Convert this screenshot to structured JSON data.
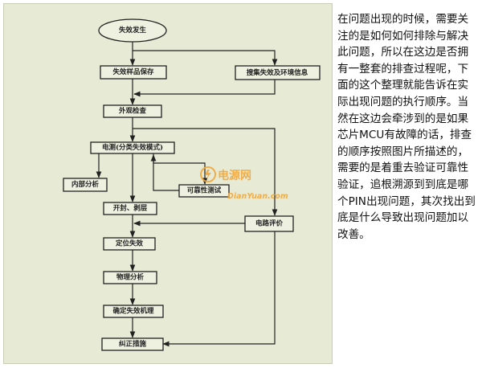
{
  "flowchart": {
    "nodes": {
      "start": "失效发生",
      "sample": "失效样品保存",
      "collect": "搜集失效及环境信息",
      "visual": "外观检查",
      "electrical": "电测(分类失效模式)",
      "internal": "内部分析",
      "reliability": "可靠性测试",
      "decap": "开封、剥层",
      "circuit": "电路评价",
      "locate": "定位失效",
      "physical": "物理分析",
      "mechanism": "确定失效机理",
      "corrective": "纠正措施"
    }
  },
  "watermark": {
    "cn": "电源网",
    "en": "DianYuan.com",
    "color": "#f2a73b"
  },
  "description": "在问题出现的时候，需要关注的是如何如何排除与解决此问题，所以在这边是否拥有一整套的排查过程呢，下面的这个整理就能告诉在实际出现问题的执行顺序。当然在这边会牵涉到的是如果芯片MCU有故障的话，排查的顺序按照图片所描述的，需要的是着重去验证可靠性验证，追根溯源到到底是哪个PIN出现问题，其次找出到底是什么导致出现问题加以改善。"
}
